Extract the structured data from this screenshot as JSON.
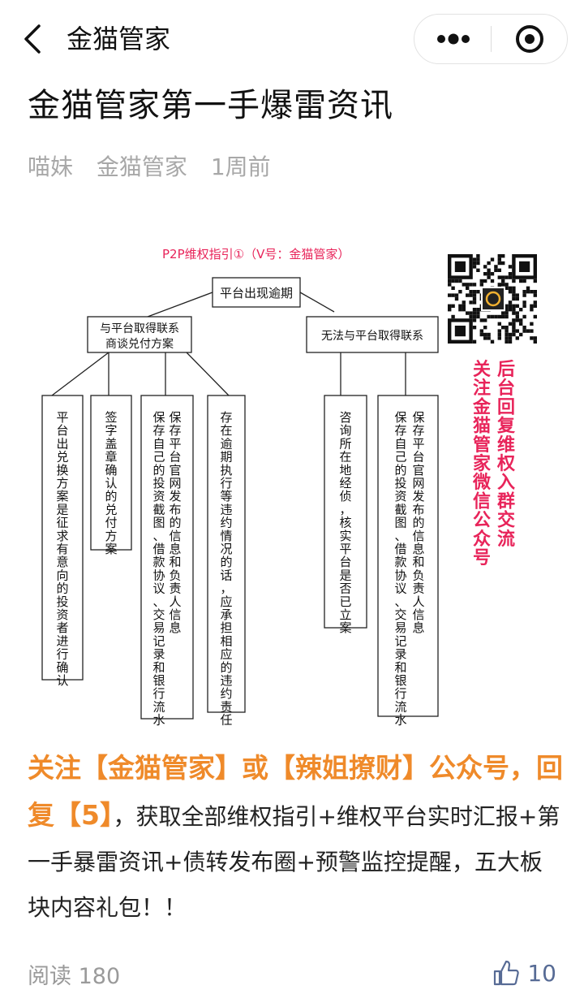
{
  "nav": {
    "title": "金猫管家"
  },
  "article": {
    "title": "金猫管家第一手爆雷资讯",
    "author": "喵妹",
    "account": "金猫管家",
    "time": "1周前"
  },
  "figure": {
    "heading": "P2P维权指引①（V号：金猫管家）",
    "root": "平台出现逾期",
    "left_branch": [
      "与平台取得联系",
      "商谈兑付方案"
    ],
    "right_branch": "无法与平台取得联系",
    "left_leaves": [
      [
        "平台出兑换方案是征求有意向的投资者进行确认"
      ],
      [
        "签字盖章确认的兑付方案"
      ],
      [
        "保存平台官网发布的信息和负责人信息",
        "保存自己的投资截图、借款协议、交易记录和银行流水"
      ],
      [
        "存在逾期执行等违约情况的话，应承担相应的违约责任"
      ]
    ],
    "right_leaves": [
      [
        "咨询所在地经侦，核实平台是否已立案"
      ],
      [
        "保存平台官网发布的信息和负责人信息",
        "保存自己的投资截图、借款协议、交易记录和银行流水"
      ]
    ],
    "side_text_1": "后台回复维权入群交流",
    "side_text_2": "关注金猫管家微信公众号",
    "colors": {
      "heading": "#e8245a",
      "side": "#e8245a"
    }
  },
  "promo": {
    "p1": "关注【金猫管家】或【辣姐撩财】公众号，回复【5】",
    "p2": "，获取全部维权指引+维权平台实时汇报+第一手暴雷资讯+债转发布圈+预警监控提醒，五大板块内容礼包！！"
  },
  "footer": {
    "read_label": "阅读",
    "read_count": "180",
    "like_count": "10"
  },
  "icons": [
    "back-arrow-icon",
    "more-dots-icon",
    "close-target-icon",
    "qr-code-icon",
    "thumbs-up-icon"
  ]
}
